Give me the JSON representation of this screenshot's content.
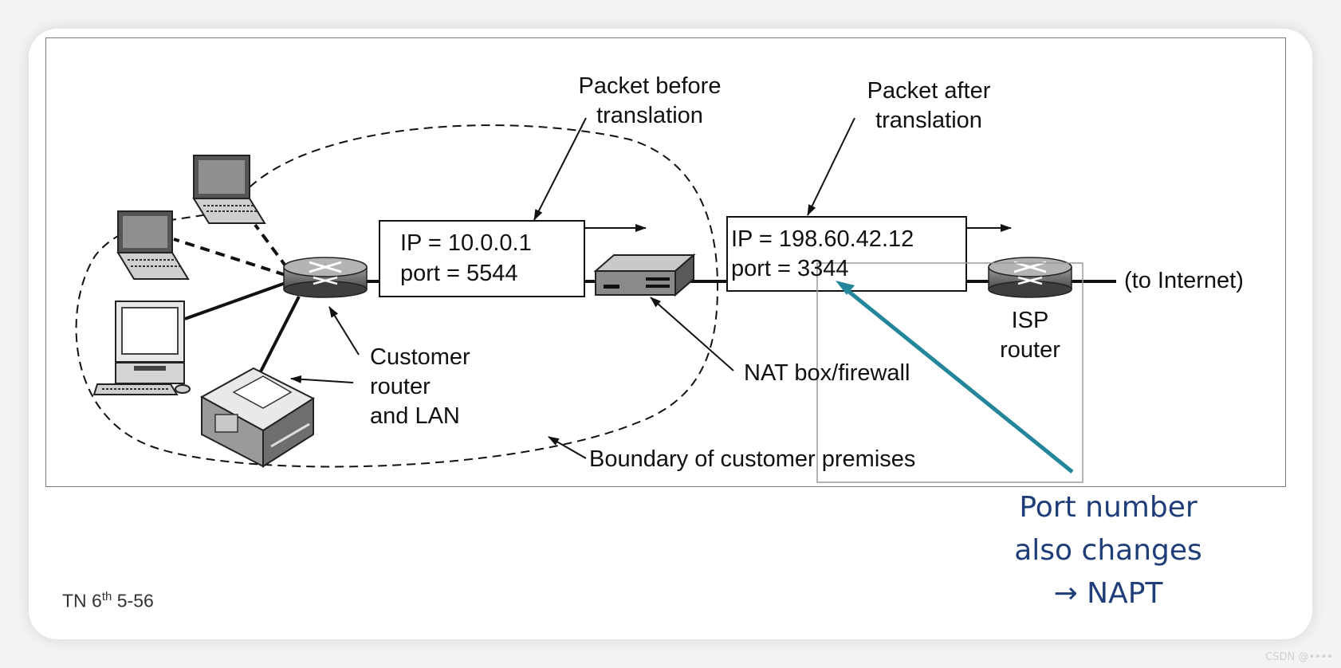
{
  "labels": {
    "packet_before": "Packet before\ntranslation",
    "packet_after": "Packet after\ntranslation",
    "customer_router": "Customer\nrouter\nand LAN",
    "nat_box": "NAT box/firewall",
    "boundary": "Boundary of customer premises",
    "isp_router": "ISP\nrouter",
    "to_internet": "(to Internet)"
  },
  "packet_before": {
    "ip": "IP = 10.0.0.1",
    "port": "port = 5544"
  },
  "packet_after": {
    "ip": "IP = 198.60.42.12",
    "port": "port = 3344"
  },
  "note": {
    "lines": [
      "Port number",
      "also changes",
      "→ NAPT"
    ],
    "color": "#1f3d78"
  },
  "source": {
    "prefix": "TN 6",
    "sup": "th",
    "suffix": " 5-56"
  },
  "watermark": "CSDN @••••",
  "colors": {
    "arrow_teal": "#23869b",
    "note_blue": "#1f3d78"
  }
}
